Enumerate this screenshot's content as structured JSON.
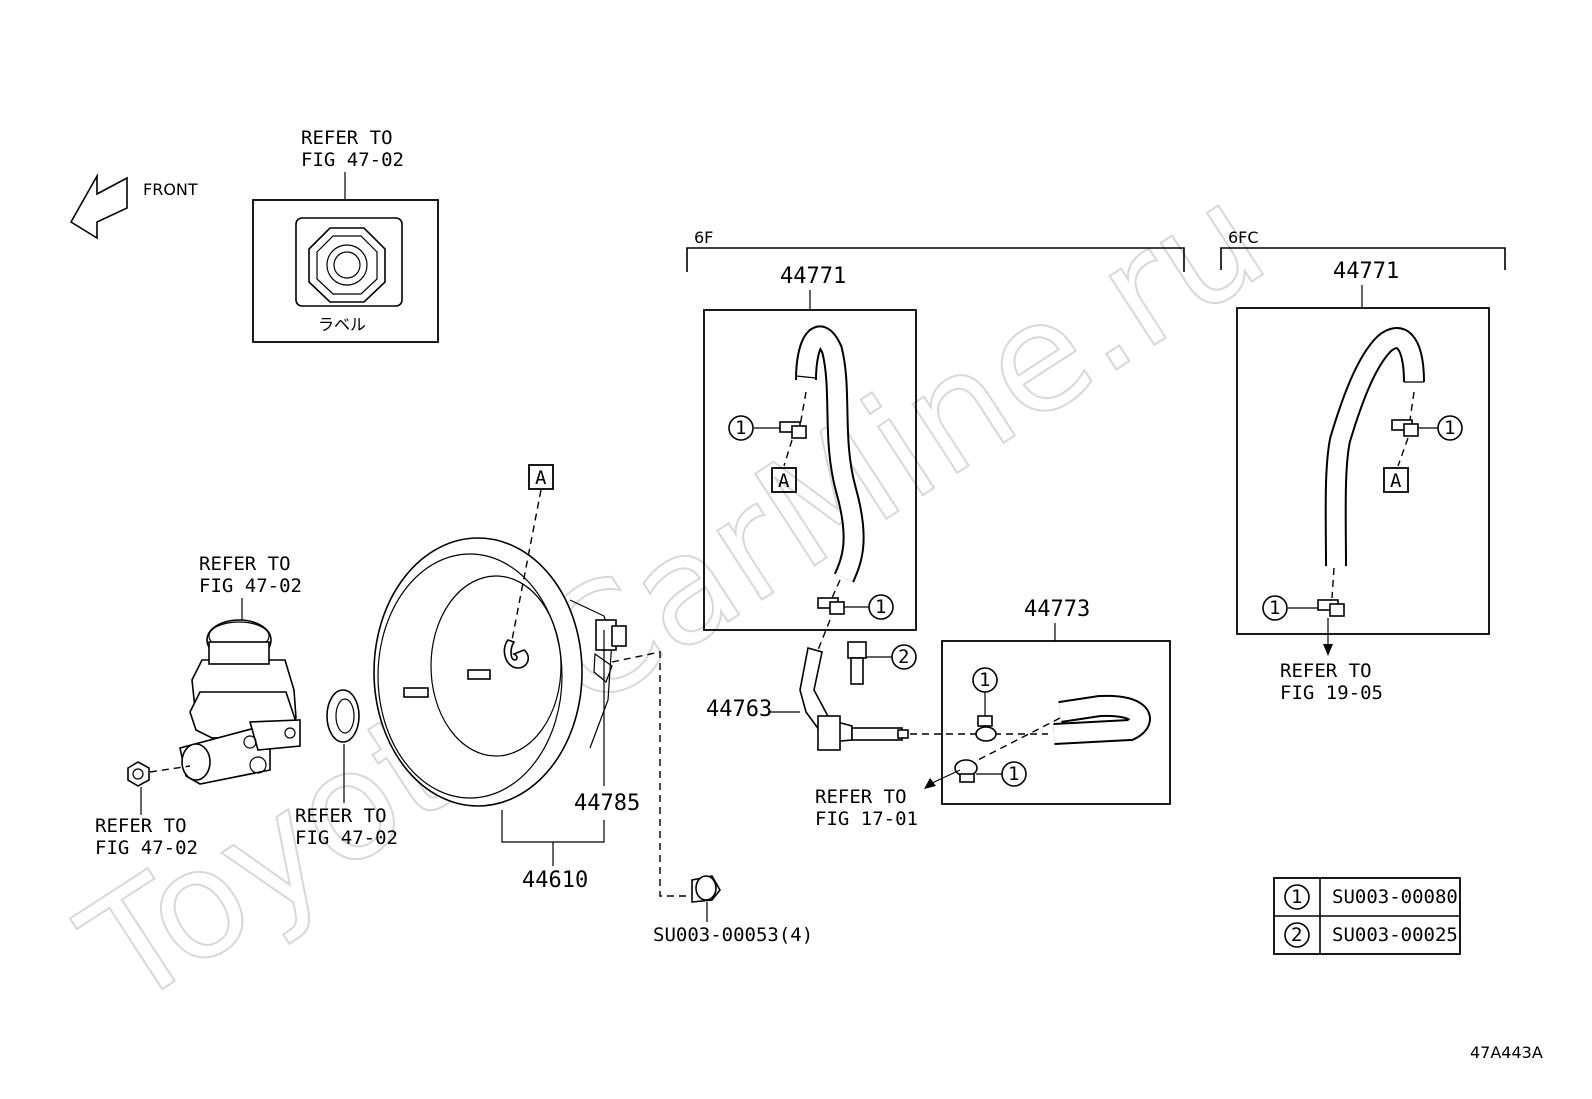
{
  "watermark": "Toyota-CarMine.ru",
  "figure_code": "47A443A",
  "front_label": "FRONT",
  "label_box": {
    "refer_line1": "REFER TO",
    "refer_line2": "FIG 47-02",
    "caption": "ラベル"
  },
  "master_cylinder": {
    "refer_line1": "REFER TO",
    "refer_line2": "FIG 47-02"
  },
  "nut_left": {
    "refer_line1": "REFER TO",
    "refer_line2": "FIG 47-02"
  },
  "gasket": {
    "refer_line1": "REFER TO",
    "refer_line2": "FIG 47-02"
  },
  "booster": {
    "pn_assembly": "44610",
    "pn_gasket": "44785",
    "callout_A": "A"
  },
  "nut": {
    "code": "SU003-00053(4)"
  },
  "group_6f": {
    "variant": "6F",
    "hose_pn": "44771",
    "callout_A": "A",
    "clip_ref": "1"
  },
  "group_6fc": {
    "variant": "6FC",
    "hose_pn": "44771",
    "callout_A": "A",
    "clip_ref": "1",
    "refer_line1": "REFER TO",
    "refer_line2": "FIG 19-05"
  },
  "union": {
    "pn": "44763",
    "bolt_ref": "2",
    "clip_ref": "1"
  },
  "hose_44773": {
    "pn": "44773",
    "clip_ref_top": "1",
    "clip_ref_bottom": "1",
    "refer_line1": "REFER TO",
    "refer_line2": "FIG 17-01"
  },
  "legend": {
    "rows": [
      {
        "num": "1",
        "code": "SU003-00080"
      },
      {
        "num": "2",
        "code": "SU003-00025"
      }
    ]
  }
}
